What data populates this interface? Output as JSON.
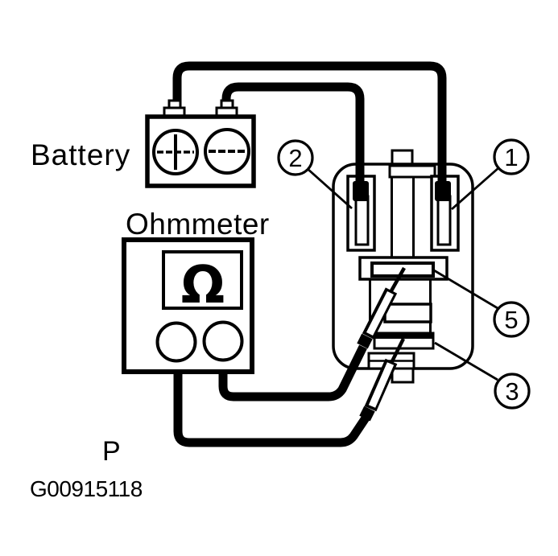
{
  "diagram": {
    "title_labels": {
      "battery": "Battery",
      "ohmmeter": "Ohmmeter",
      "pin_label": "P",
      "figure_id": "G00915118",
      "omega_symbol": "Ω"
    },
    "battery": {
      "terminals": [
        {
          "polarity": "positive",
          "symbol": "+"
        },
        {
          "polarity": "negative",
          "symbol": "−"
        }
      ]
    },
    "callouts": [
      {
        "number": "2",
        "points_to": "relay-coil-terminal-left"
      },
      {
        "number": "1",
        "points_to": "relay-coil-terminal-right"
      },
      {
        "number": "5",
        "points_to": "relay-contact-upper"
      },
      {
        "number": "3",
        "points_to": "relay-contact-lower"
      }
    ],
    "colors": {
      "line": "#000000",
      "background": "#ffffff"
    }
  }
}
